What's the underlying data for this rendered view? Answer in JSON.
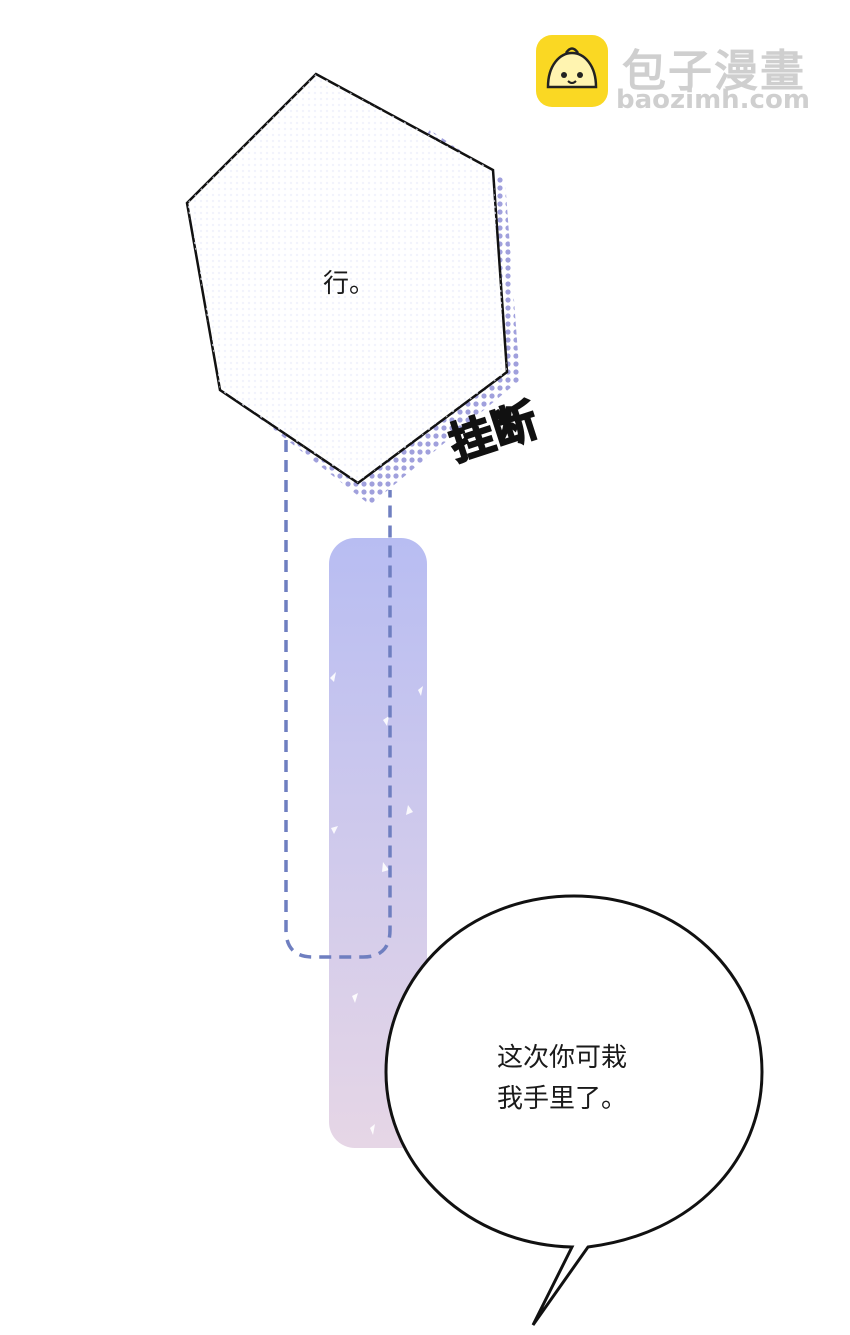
{
  "watermark": {
    "name_cn": "包子漫畫",
    "domain": "baozimh.com",
    "icon": "steamed-bun-icon",
    "badge_color": "#fad823"
  },
  "panel": {
    "hex_bubble_text": "行。",
    "sound_effect": "挂断",
    "speech_bubble_lines": [
      "这次你可栽",
      "我手里了。"
    ]
  },
  "colors": {
    "ink": "#111111",
    "halftone": "#8f8fd6",
    "dashed_line": "#6f7fc0",
    "bar_top": "#b8bdf2",
    "bar_bottom": "#e6d6e6"
  }
}
